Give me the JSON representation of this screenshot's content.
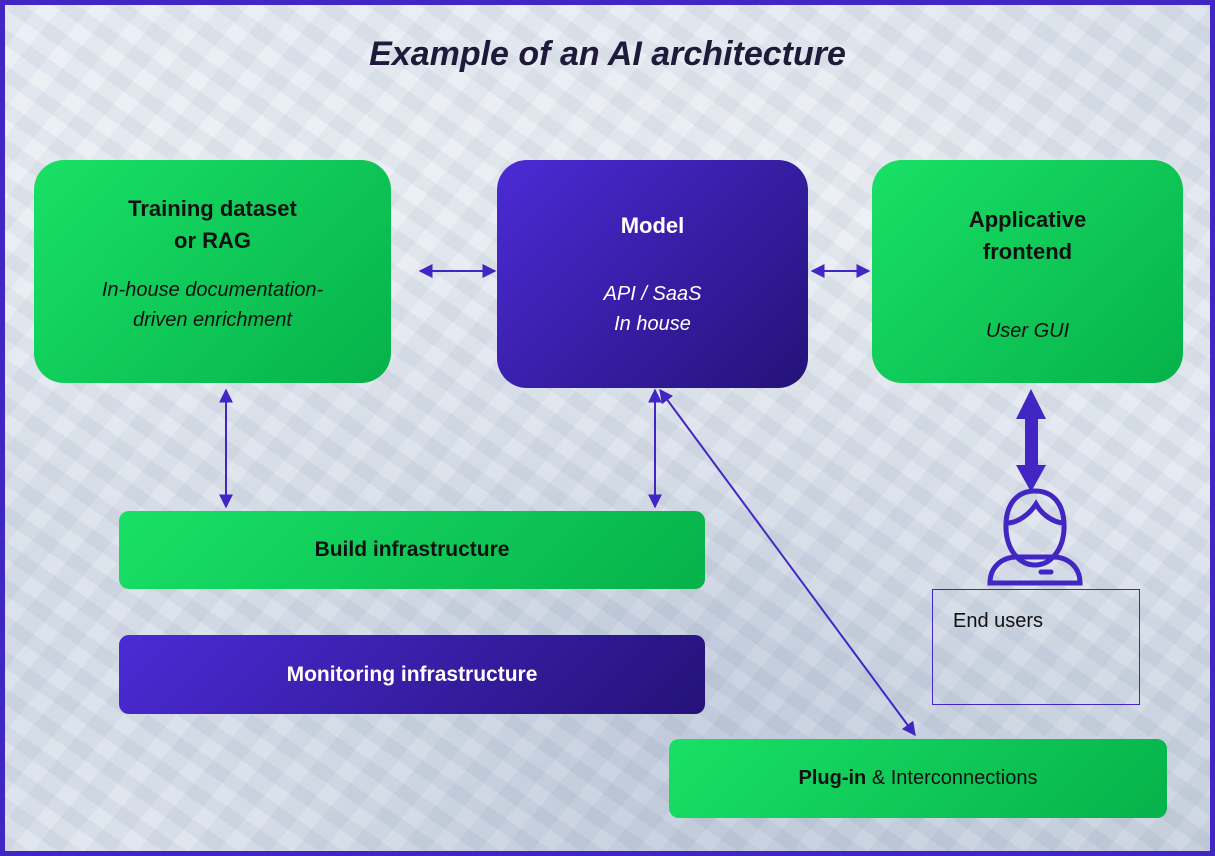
{
  "title": "Example of an AI architecture",
  "training": {
    "heading": "Training dataset\nor RAG",
    "sub": "In-house documentation-\ndriven enrichment"
  },
  "model": {
    "heading": "Model",
    "sub": "API / SaaS\nIn house"
  },
  "frontend": {
    "heading": "Applicative\nfrontend",
    "sub": "User GUI"
  },
  "build": {
    "label": "Build infrastructure"
  },
  "monitoring": {
    "label": "Monitoring infrastructure"
  },
  "plugin": {
    "bold": "Plug-in",
    "rest": " & Interconnections"
  },
  "end_users": {
    "label": "End users"
  },
  "colors": {
    "green": "#0fcf57",
    "purple": "#3b20b8",
    "arrow": "#4226c4",
    "border": "#4226c4"
  }
}
